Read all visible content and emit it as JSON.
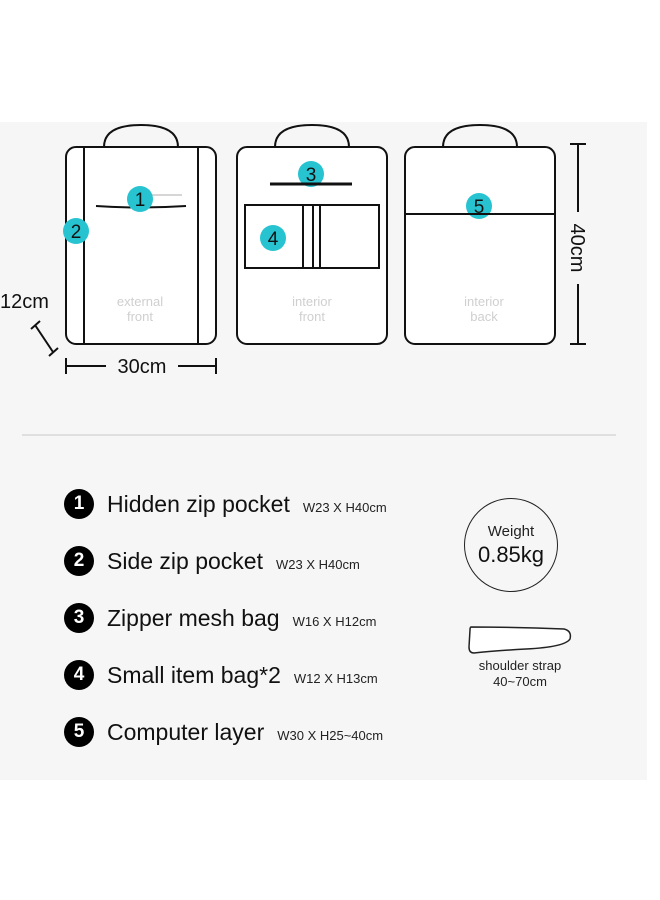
{
  "diagram": {
    "panels": [
      {
        "markers": [
          "1",
          "2"
        ],
        "caption_line1": "external",
        "caption_line2": "front"
      },
      {
        "markers": [
          "3",
          "4"
        ],
        "caption_line1": "interior",
        "caption_line2": "front"
      },
      {
        "markers": [
          "5"
        ],
        "caption_line1": "interior",
        "caption_line2": "back"
      }
    ],
    "dimensions": {
      "depth": "12cm",
      "width": "30cm",
      "height": "40cm"
    },
    "marker_color": "#27c3d0"
  },
  "features": [
    {
      "number": "1",
      "title": "Hidden zip pocket",
      "size": "W23 X H40cm"
    },
    {
      "number": "2",
      "title": "Side zip pocket",
      "size": "W23 X H40cm"
    },
    {
      "number": "3",
      "title": "Zipper mesh bag",
      "size": "W16 X H12cm"
    },
    {
      "number": "4",
      "title": "Small item bag*2",
      "size": "W12 X H13cm"
    },
    {
      "number": "5",
      "title": "Computer layer",
      "size": "W30 X H25~40cm"
    }
  ],
  "specs": {
    "weight_label": "Weight",
    "weight_value": "0.85kg",
    "strap_label": "shoulder strap",
    "strap_range": "40~70cm"
  }
}
